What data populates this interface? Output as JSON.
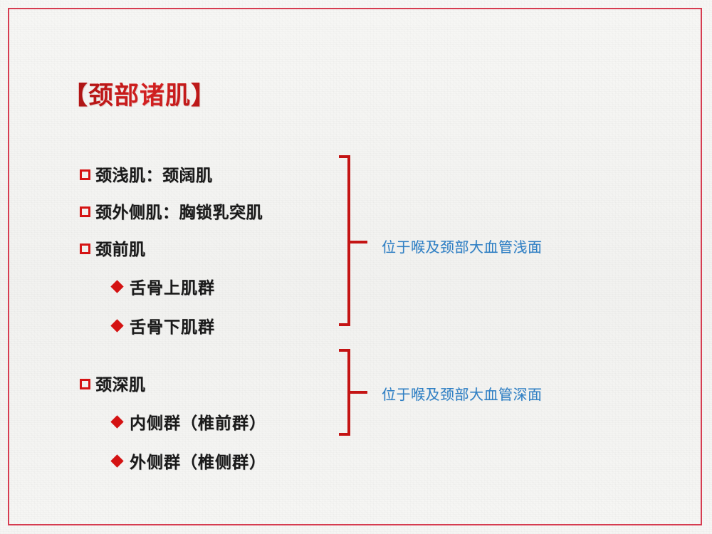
{
  "slide": {
    "title": "【颈部诸肌】",
    "frame_color": "#d63c50",
    "title_color": "#c81818",
    "bullet_color": "#d41212",
    "annotation_color": "#2f7fc4",
    "background_color": "#f5f5f3"
  },
  "items": [
    {
      "level": 1,
      "bullet": "hollow-square",
      "text": "颈浅肌：颈阔肌"
    },
    {
      "level": 1,
      "bullet": "hollow-square",
      "text": "颈外侧肌：胸锁乳突肌"
    },
    {
      "level": 1,
      "bullet": "hollow-square",
      "text": "颈前肌"
    },
    {
      "level": 2,
      "bullet": "solid-diamond",
      "text": "舌骨上肌群"
    },
    {
      "level": 2,
      "bullet": "solid-diamond",
      "text": "舌骨下肌群"
    },
    {
      "level": 1,
      "bullet": "hollow-square",
      "text": "颈深肌"
    },
    {
      "level": 2,
      "bullet": "solid-diamond",
      "text": "内侧群（椎前群）"
    },
    {
      "level": 2,
      "bullet": "solid-diamond",
      "text": "外侧群（椎侧群）"
    }
  ],
  "annotations": [
    {
      "text": "位于喉及颈部大血管浅面",
      "groups": [
        "颈浅肌：颈阔肌",
        "颈外侧肌：胸锁乳突肌",
        "颈前肌",
        "舌骨上肌群",
        "舌骨下肌群"
      ]
    },
    {
      "text": "位于喉及颈部大血管深面",
      "groups": [
        "颈深肌",
        "内侧群（椎前群）",
        "外侧群（椎侧群）"
      ]
    }
  ]
}
